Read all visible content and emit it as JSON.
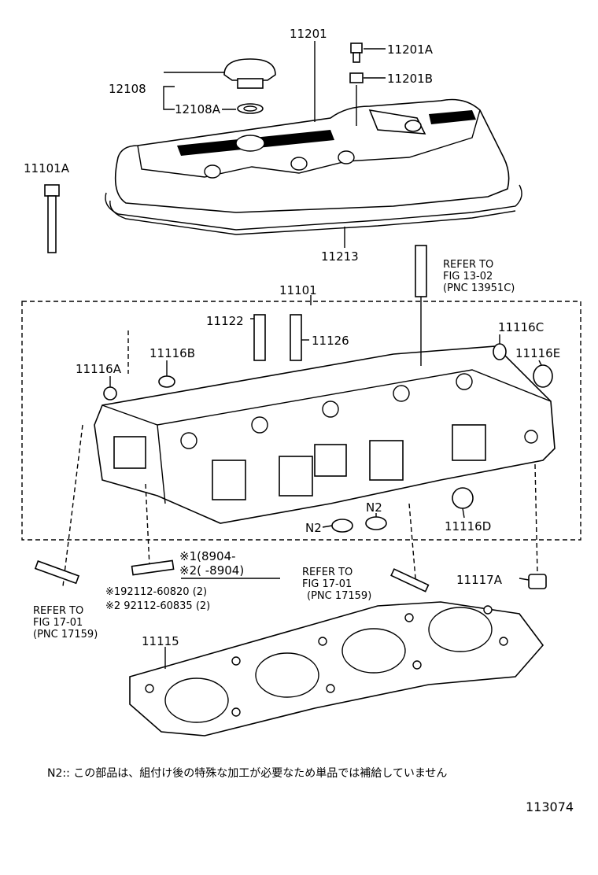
{
  "labels": {
    "p11201": "11201",
    "p11201A": "11201A",
    "p11201B": "11201B",
    "p12108": "12108",
    "p12108A": "12108A",
    "p11101A": "11101A",
    "p11213": "11213",
    "refer_top_1": "REFER TO",
    "refer_top_2": "FIG 13-02",
    "refer_top_3": "(PNC 13951C)",
    "p11101": "11101",
    "p11122": "11122",
    "p11126": "11126",
    "p11116C": "11116C",
    "p11116B": "11116B",
    "p11116E": "11116E",
    "p11116A": "11116A",
    "pN2a": "N2",
    "pN2b": "N2",
    "p11116D": "11116D",
    "note1": "※1(8904-",
    "note2": "※2(   -8904)",
    "refer_mid_1": "REFER TO",
    "refer_mid_2": "FIG 17-01",
    "refer_mid_3": "(PNC 17159)",
    "p11117A": "11117A",
    "stud1": "※192112-60820 (2)",
    "stud2": "※2 92112-60835 (2)",
    "refer_left_1": "REFER TO",
    "refer_left_2": "FIG 17-01",
    "refer_left_3": "(PNC 17159)",
    "p11115": "11115"
  },
  "footnote": "N2:: この部品は、組付け後の特殊な加工が必要なため単品では補給していません",
  "diagram_id": "113074"
}
